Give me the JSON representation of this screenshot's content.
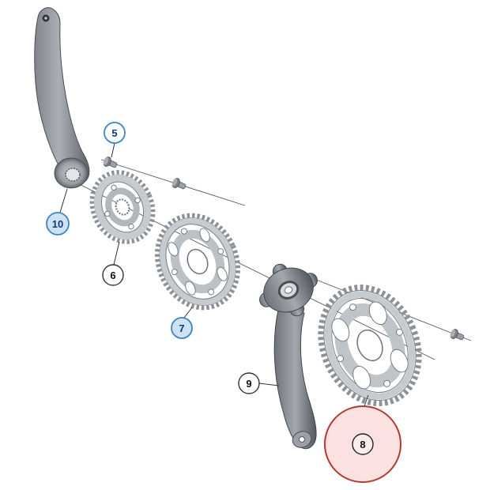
{
  "diagram": {
    "type": "exploded-parts-diagram",
    "subject": "crankset-assembly",
    "callouts": [
      {
        "num": "5",
        "style": "blue-outline"
      },
      {
        "num": "10",
        "style": "blue-filled"
      },
      {
        "num": "6",
        "style": "plain"
      },
      {
        "num": "7",
        "style": "blue-filled"
      },
      {
        "num": "9",
        "style": "plain"
      },
      {
        "num": "8",
        "style": "highlighted",
        "highlighted": true
      }
    ],
    "part_icons": [
      "left-crank-arm",
      "fixing-bolt",
      "small-chainring",
      "middle-chainring",
      "right-crank-arm",
      "large-chainring"
    ]
  },
  "colors": {
    "background": "#ffffff",
    "callout_blue_ring": "#3d85c6",
    "callout_blue_fill": "#cfe2f3",
    "callout_text_navy": "#0b3d78",
    "callout_plain_ring": "#333333",
    "highlight_ring": "#b03a34",
    "highlight_fill": "rgba(231,76,60,0.16)",
    "part_gray": "#c6cbd0",
    "part_dark": "#53585e"
  }
}
